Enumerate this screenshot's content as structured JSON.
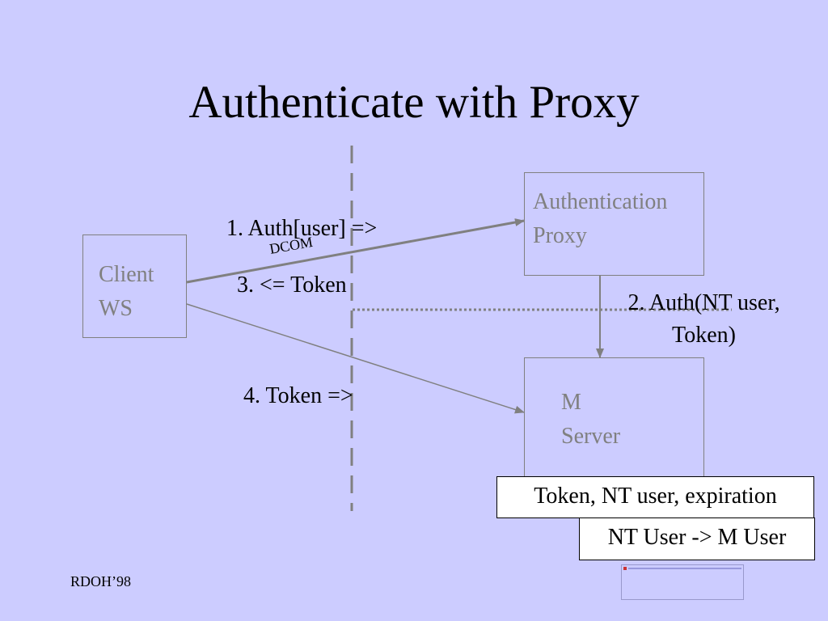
{
  "slide": {
    "title": "Authenticate with Proxy",
    "footer": "RDOH’98",
    "background_color": "#ccccff"
  },
  "nodes": {
    "client": {
      "line1": "Client",
      "line2": "WS"
    },
    "proxy": {
      "line1": "Authentication",
      "line2": "Proxy"
    },
    "server": {
      "line1": "M",
      "line2": "Server"
    }
  },
  "edges": {
    "auth_user": "1. Auth[user] =>",
    "dcom": "DCOM",
    "token_return": "3. <= Token",
    "auth_nt_user": {
      "line1": "2. Auth(NT user,",
      "line2": "Token)"
    },
    "token_forward": "4. Token =>"
  },
  "notes": {
    "token_fields": "Token, NT user, expiration",
    "user_mapping": "NT User -> M User"
  },
  "colors": {
    "node_border": "#808080",
    "node_text": "#808080",
    "arrow": "#808080",
    "note_background": "#ffffff"
  },
  "icons": {
    "broken_image": "broken-image-placeholder-icon"
  }
}
